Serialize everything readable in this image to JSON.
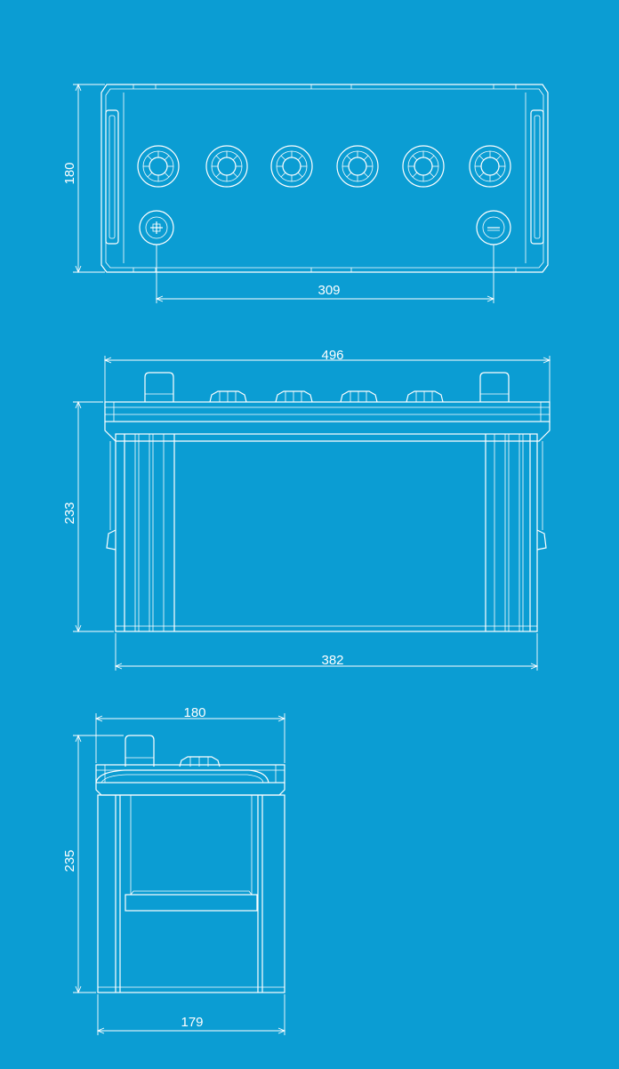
{
  "colors": {
    "background": "#0b9dd3",
    "line": "#ffffff"
  },
  "top_view": {
    "depth_label": "180",
    "terminal_spacing_label": "309",
    "positive_terminal_icon": "plus-icon",
    "negative_terminal_icon": "minus-icon",
    "vent_caps": 6
  },
  "front_view": {
    "length_label": "496",
    "height_label": "233",
    "base_length_label": "382"
  },
  "side_view": {
    "width_label": "180",
    "height_label": "235",
    "base_width_label": "179"
  }
}
